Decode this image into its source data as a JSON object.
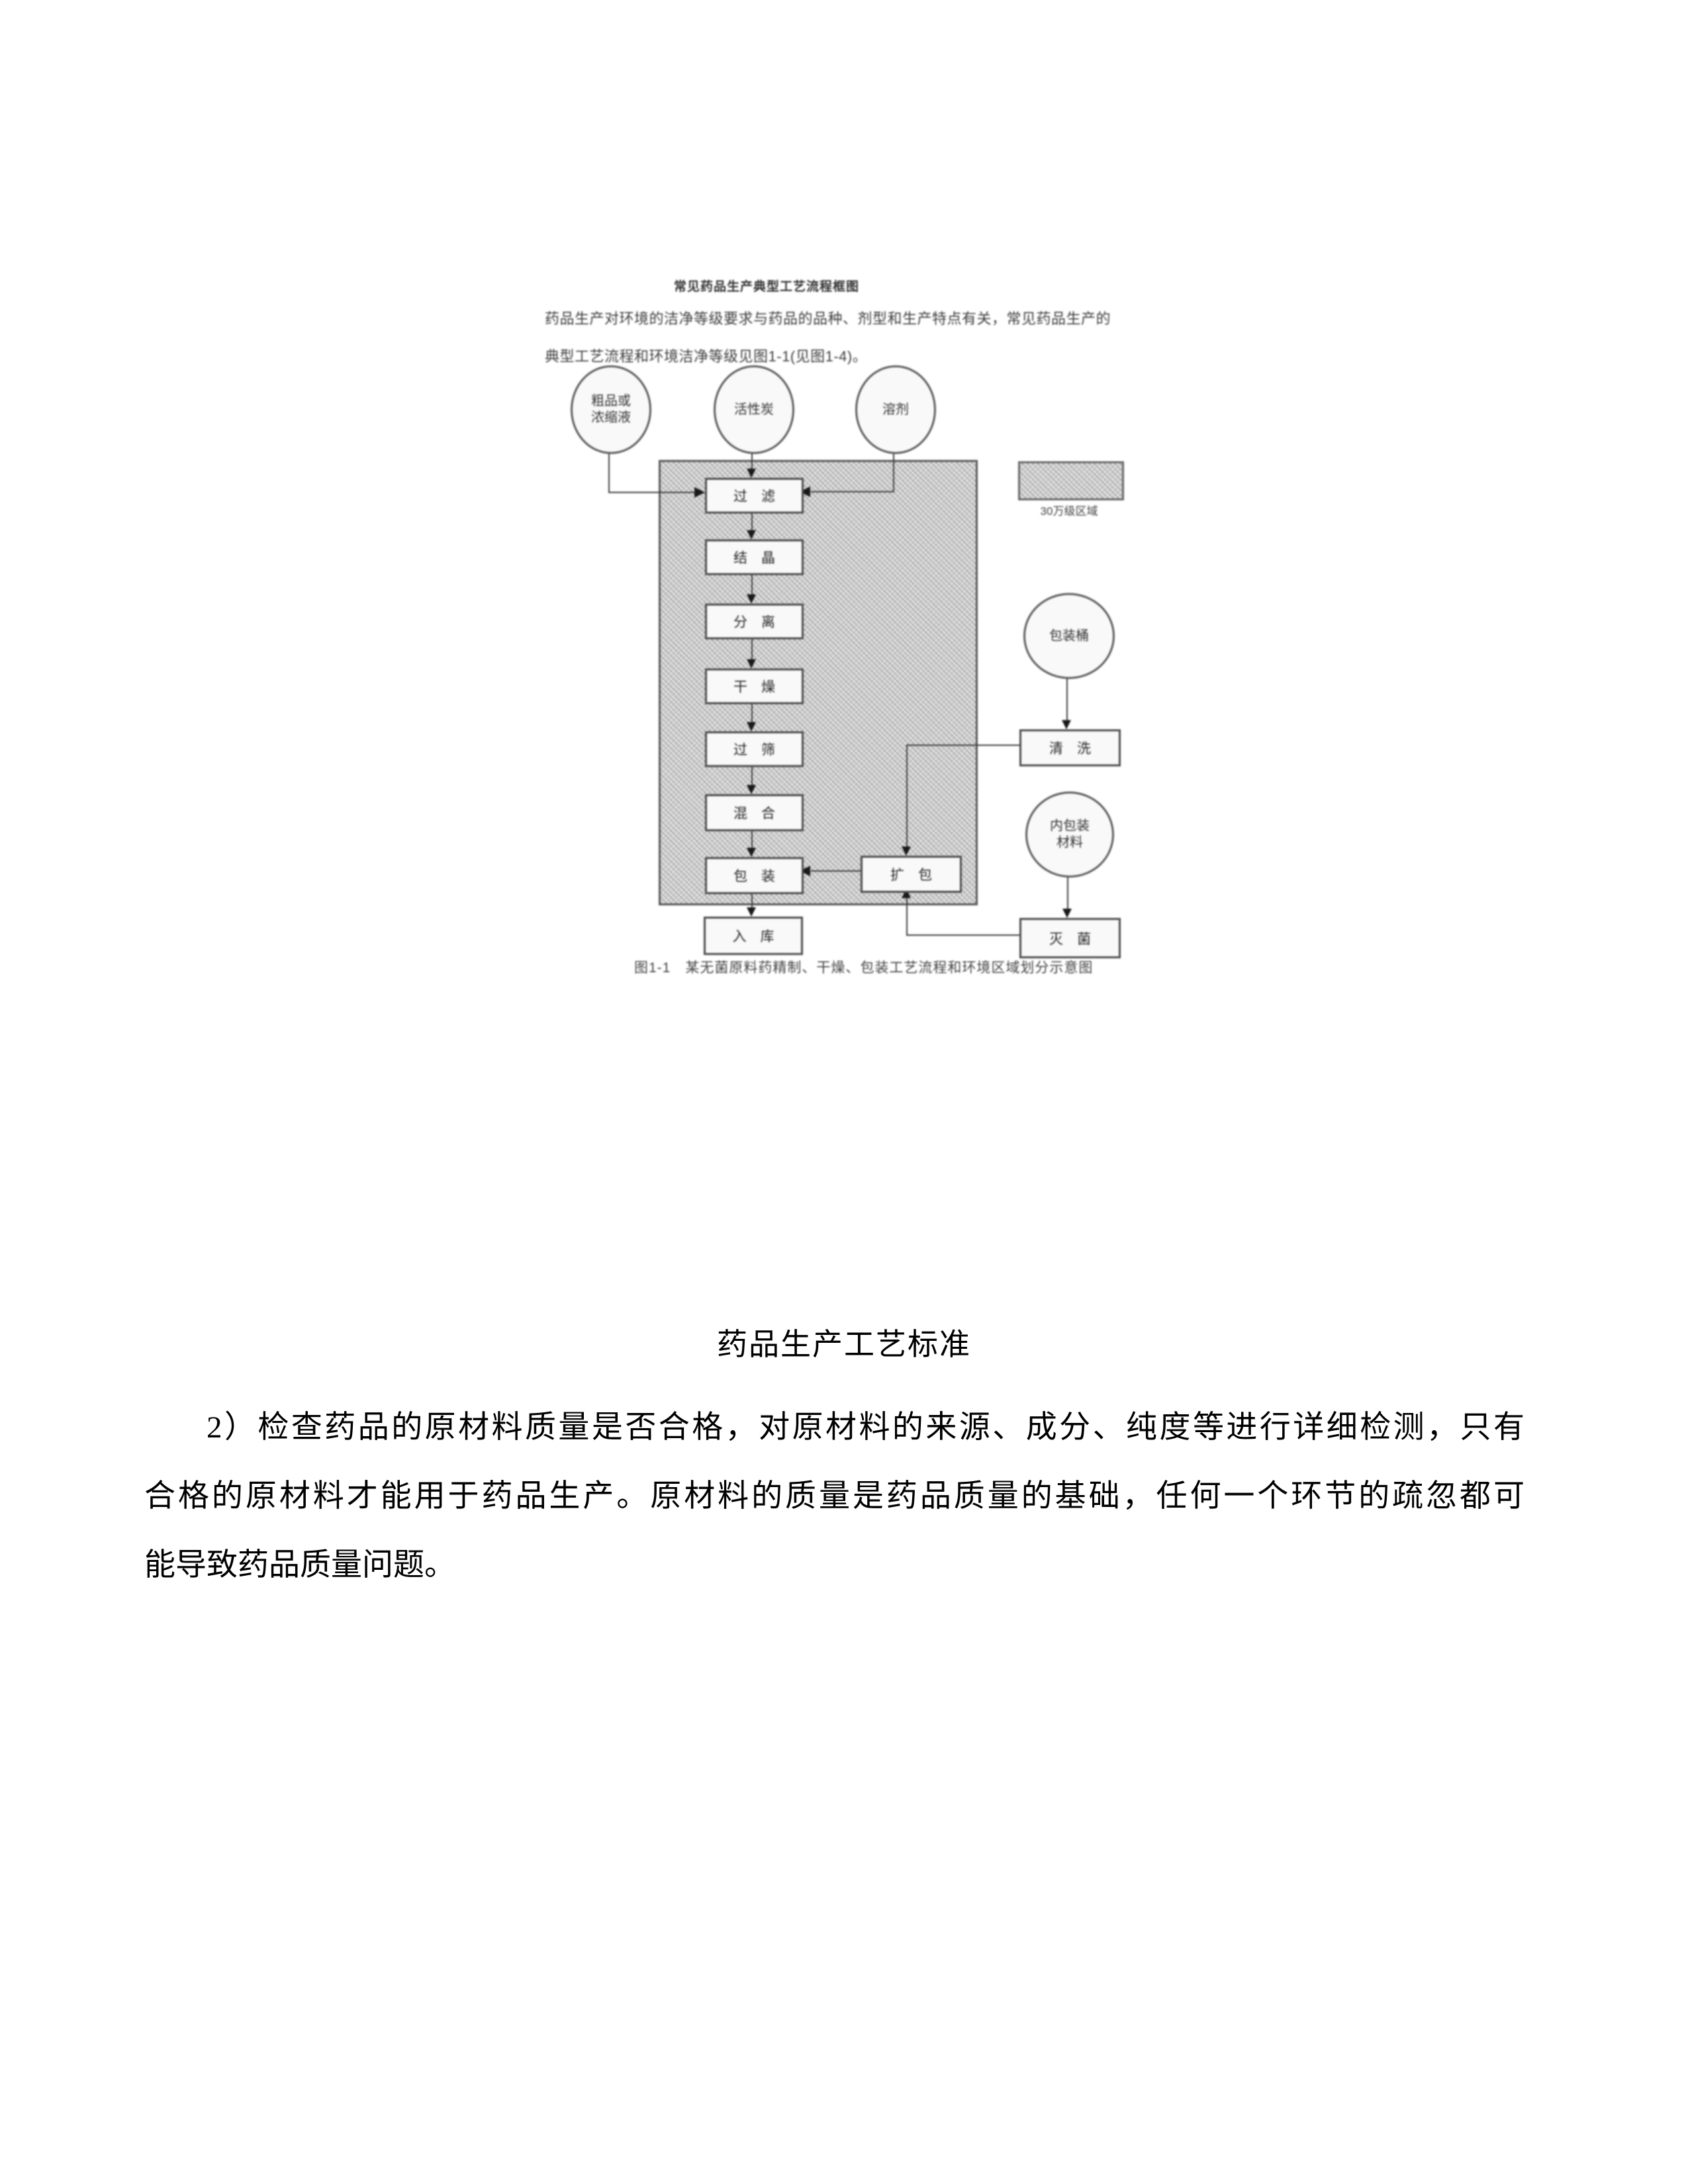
{
  "figure": {
    "title": "常见药品生产典型工艺流程框图",
    "intro_lines": [
      "药品生产对环境的洁净等级要求与药品的品种、剂型和生产特点有关，常见药品生产的",
      "典型工艺流程和环境洁净等级见图1-1(见图1-4)。"
    ],
    "sources": [
      "粗品或\n浓缩液",
      "活性炭",
      "溶剂"
    ],
    "steps": [
      "过　滤",
      "结　晶",
      "分　离",
      "干　燥",
      "过　筛",
      "混　合",
      "包　装"
    ],
    "warehouse": "入　库",
    "transfer": "扩　包",
    "barrel": "包装桶",
    "wash": "清　洗",
    "inner_pack": "内包装\n材料",
    "sterilize": "灭　菌",
    "legend_label": "30万级区域",
    "caption": "图1-1　某无菌原料药精制、干燥、包装工艺流程和环境区域划分示意图"
  },
  "document": {
    "heading": "药品生产工艺标准",
    "paragraph_lines": [
      "2）检查药品的原材料质量是否合格，对原材料的来源、成分、纯度等进行详细检测，只有",
      "合格的原材料才能用于药品生产。原材料的质量是药品质量的基础，任何一个环节的疏忽都可",
      "能导致药品质量问题。"
    ]
  },
  "colors": {
    "line": "#3c3c3c",
    "hatch_fill": "#d6d6d6",
    "text": "#000000"
  }
}
